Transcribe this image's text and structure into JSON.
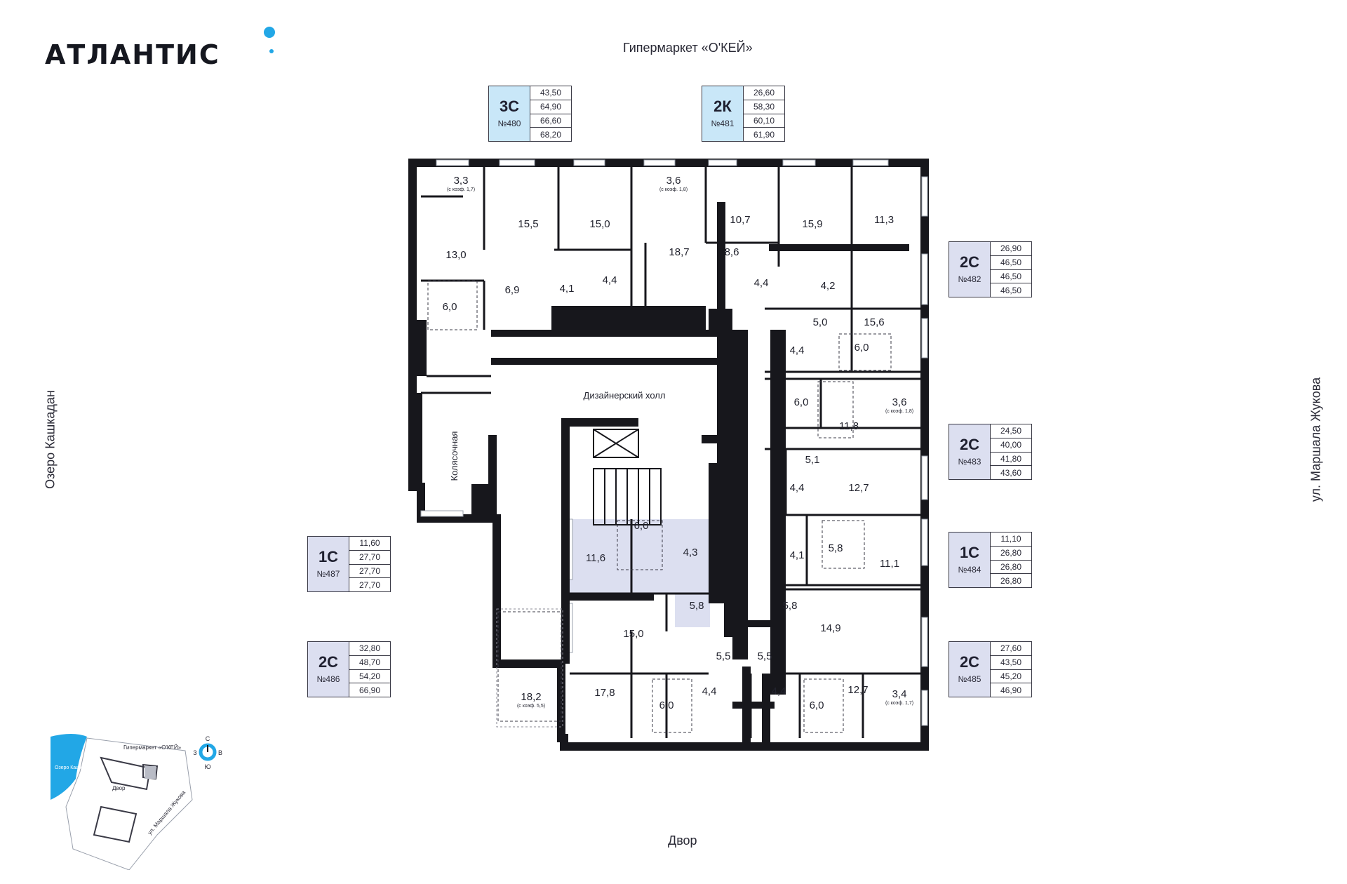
{
  "brand": {
    "name": "АТЛАНТИС",
    "accent": "#22a7e6"
  },
  "surroundings": {
    "top": "Гипермаркет «О'КЕЙ»",
    "bottom": "Двор",
    "left": "Озеро Кашкадан",
    "right": "ул. Маршала Жукова"
  },
  "colors": {
    "wall": "#17171c",
    "highlight_blue": "#c9e7f8",
    "highlight_lilac": "#dcdff0",
    "card_border": "#3a3a46"
  },
  "apartments": [
    {
      "type": "3С",
      "number": "№480",
      "areas": [
        "43,50",
        "64,90",
        "66,60",
        "68,20"
      ],
      "color": "#c9e7f8"
    },
    {
      "type": "2К",
      "number": "№481",
      "areas": [
        "26,60",
        "58,30",
        "60,10",
        "61,90"
      ],
      "color": "#c9e7f8"
    },
    {
      "type": "2С",
      "number": "№482",
      "areas": [
        "26,90",
        "46,50",
        "46,50",
        "46,50"
      ],
      "color": "#dcdff0"
    },
    {
      "type": "2С",
      "number": "№483",
      "areas": [
        "24,50",
        "40,00",
        "41,80",
        "43,60"
      ],
      "color": "#dcdff0"
    },
    {
      "type": "1С",
      "number": "№484",
      "areas": [
        "11,10",
        "26,80",
        "26,80",
        "26,80"
      ],
      "color": "#dcdff0"
    },
    {
      "type": "2С",
      "number": "№485",
      "areas": [
        "27,60",
        "43,50",
        "45,20",
        "46,90"
      ],
      "color": "#dcdff0"
    },
    {
      "type": "2С",
      "number": "№486",
      "areas": [
        "32,80",
        "48,70",
        "54,20",
        "66,90"
      ],
      "color": "#dcdff0"
    },
    {
      "type": "1С",
      "number": "№487",
      "areas": [
        "11,60",
        "27,70",
        "27,70",
        "27,70"
      ],
      "color": "#dcdff0"
    }
  ],
  "plan": {
    "hall": "Дизайнерский холл",
    "stroller_room": "Колясочная",
    "room_areas": [
      "3,3",
      "15,5",
      "15,0",
      "3,6",
      "10,7",
      "15,9",
      "11,3",
      "13,0",
      "18,7",
      "8,6",
      "6,0",
      "6,9",
      "4,1",
      "4,4",
      "4,4",
      "4,2",
      "5,0",
      "15,6",
      "4,4",
      "6,0",
      "6,0",
      "3,6",
      "11,8",
      "5,1",
      "4,4",
      "12,7",
      "6,0",
      "11,6",
      "4,3",
      "4,1",
      "5,8",
      "11,1",
      "5,8",
      "5,8",
      "15,0",
      "14,9",
      "5,5",
      "5,5",
      "18,2",
      "17,8",
      "6,0",
      "4,4",
      "4,4",
      "6,0",
      "12,7",
      "3,4"
    ],
    "coef_notes": [
      "(с коэф. 1,7)",
      "(с коэф. 1,8)",
      "(с коэф. 1,8)",
      "(с коэф. 5,5)",
      "(с коэф. 1,7)"
    ]
  },
  "minimap": {
    "lake": "Озеро Кашкадан",
    "store": "Гипермаркет «О'КЕЙ»",
    "yard": "Двор",
    "street": "ул. Маршала Жукова",
    "compass": {
      "n": "С",
      "s": "Ю",
      "w": "З",
      "e": "В"
    }
  }
}
